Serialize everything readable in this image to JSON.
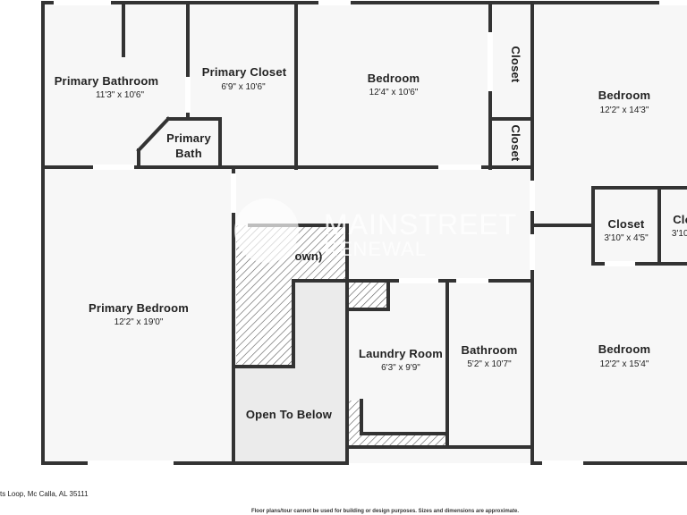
{
  "rooms": {
    "primary_bathroom": {
      "name": "Primary Bathroom",
      "dim": "11'3\" x 10'6\""
    },
    "primary_closet": {
      "name": "Primary Closet",
      "dim": "6'9\" x 10'6\""
    },
    "bedroom_top": {
      "name": "Bedroom",
      "dim": "12'4\" x 10'6\""
    },
    "closet_upper": {
      "name": "Closet"
    },
    "closet_lower": {
      "name": "Closet"
    },
    "bedroom_right_top": {
      "name": "Bedroom",
      "dim": "12'2\" x 14'3\""
    },
    "primary_bath": {
      "name_line1": "Primary",
      "name_line2": "Bath"
    },
    "primary_bedroom": {
      "name": "Primary Bedroom",
      "dim": "12'2\" x 19'0\""
    },
    "stairs_partial": {
      "name": "own)"
    },
    "closet_right": {
      "name": "Closet",
      "dim": "3'10\" x 4'5\""
    },
    "closet_cut": {
      "name": "Clo",
      "dim": "3'10\""
    },
    "laundry": {
      "name": "Laundry Room",
      "dim": "6'3\" x 9'9\""
    },
    "bathroom": {
      "name": "Bathroom",
      "dim": "5'2\" x 10'7\""
    },
    "bedroom_right_bottom": {
      "name": "Bedroom",
      "dim": "12'2\" x 15'4\""
    },
    "open_to_below": {
      "name": "Open To Below"
    }
  },
  "watermark": {
    "line1": "MAINSTREET",
    "line2": "RENEWAL"
  },
  "footer": {
    "address": "ts Loop, Mc Calla, AL 35111",
    "disclaimer": "Floor plans/tour cannot be used for building or design purposes. Sizes and dimensions are approximate."
  },
  "colors": {
    "wall": "#333333",
    "floor": "#f7f7f7",
    "open": "#ebebeb",
    "window": "#ffffff"
  }
}
